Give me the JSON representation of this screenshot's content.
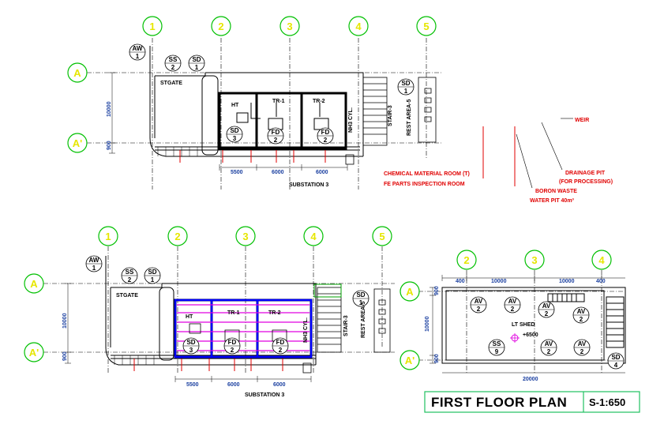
{
  "grid_bubbles": {
    "top": [
      "1",
      "2",
      "3",
      "4",
      "5"
    ],
    "bottom_left": [
      "1",
      "2",
      "3",
      "4",
      "5"
    ],
    "bottom_right": [
      "2",
      "3",
      "4"
    ],
    "rows": [
      "A",
      "A'"
    ]
  },
  "top_plan": {
    "symbols": [
      {
        "top": "AW",
        "bot": "1"
      },
      {
        "top": "SS",
        "bot": "2"
      },
      {
        "top": "SD",
        "bot": "1"
      },
      {
        "top": "SD",
        "bot": "3"
      },
      {
        "top": "FD",
        "bot": "2"
      },
      {
        "top": "FD",
        "bot": "2"
      },
      {
        "top": "SD",
        "bot": "1"
      }
    ],
    "labels": {
      "gate": "STGATE",
      "ht": "HT",
      "tr1": "TR-1",
      "tr2": "TR-2",
      "nh3": "NH3 CYL.",
      "stair": "STAIR-3",
      "rest": "REST AREA-5",
      "title": "SUBSTATION 3"
    },
    "dims": {
      "d1": "5500",
      "d2": "6000",
      "d3": "6000",
      "v1": "10000",
      "v2": "900"
    },
    "notes": {
      "chem1": "CHEMICAL MATERIAL ROOM (T)",
      "chem2": "FE PARTS INSPECTION ROOM",
      "drain1": "DRAINAGE PIT",
      "drain2": "(FOR PROCESSING)",
      "boron1": "BORON WASTE",
      "boron2": "WATER PIT 40m³",
      "weir": "WEIR"
    }
  },
  "bottom_plan": {
    "symbols": [
      {
        "top": "AW",
        "bot": "1"
      },
      {
        "top": "SS",
        "bot": "2"
      },
      {
        "top": "SD",
        "bot": "1"
      },
      {
        "top": "SD",
        "bot": "3"
      },
      {
        "top": "FD",
        "bot": "2"
      },
      {
        "top": "FD",
        "bot": "2"
      },
      {
        "top": "SD",
        "bot": "1"
      }
    ],
    "labels": {
      "gate": "STGATE",
      "ht": "HT",
      "tr1": "TR-1",
      "tr2": "TR-2",
      "nh3": "NH3 CYL.",
      "stair": "STAIR-3",
      "rest": "REST AREA-5",
      "title": "SUBSTATION 3"
    },
    "dims": {
      "d1": "5500",
      "d2": "6000",
      "d3": "6000",
      "v1": "10000",
      "v2": "900"
    }
  },
  "first_floor": {
    "symbols": [
      {
        "top": "AV",
        "bot": "2"
      },
      {
        "top": "AV",
        "bot": "2"
      },
      {
        "top": "AV",
        "bot": "2"
      },
      {
        "top": "AV",
        "bot": "2"
      },
      {
        "top": "SS",
        "bot": "9"
      },
      {
        "top": "AV",
        "bot": "2"
      },
      {
        "top": "AV",
        "bot": "2"
      },
      {
        "top": "SD",
        "bot": "4"
      }
    ],
    "dims": {
      "t1": "400",
      "t2": "10000",
      "t3": "10000",
      "t4": "400",
      "left1": "900",
      "left2": "10000",
      "left3": "900",
      "bottom": "20000"
    },
    "labels": {
      "lt_shed": "LT SHED",
      "level": "+6500"
    }
  },
  "title_block": {
    "title": "FIRST FLOOR PLAN",
    "scale": "S-1:650"
  },
  "colors": {
    "grid_bubble": "#00c000",
    "grid_text": "#e6e600",
    "dimension": "#1a3fa0",
    "note": "#e00000",
    "highlight_blue": "#0000ff",
    "highlight_magenta": "#e000e0"
  }
}
